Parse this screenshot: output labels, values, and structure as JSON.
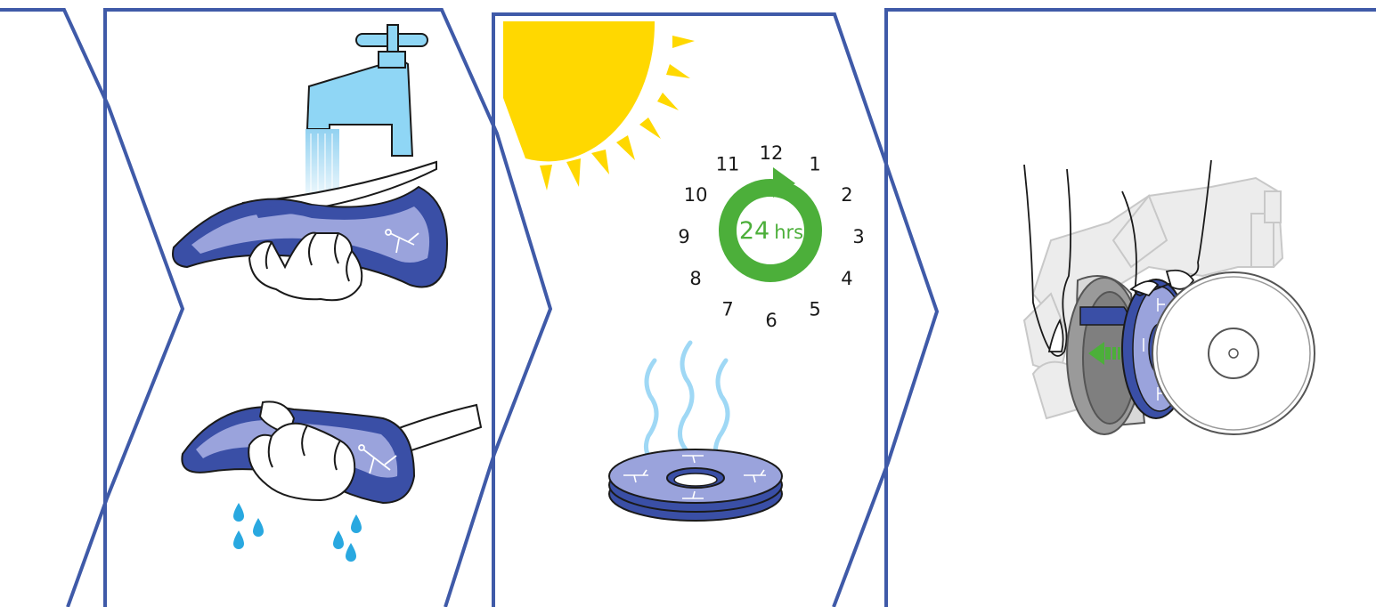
{
  "colors": {
    "frame": "#3f5aa8",
    "filter_dark": "#3a4fa6",
    "filter_light": "#9aa3dc",
    "water": "#8ccff0",
    "tap": "#8fd6f5",
    "sun": "#ffd800",
    "clock_ring": "#4caf3a",
    "steam": "#9fd8f5",
    "grey_machine": "#c8c8c8"
  },
  "steps": [
    {
      "id": "step-wash",
      "icons": [
        "tap-icon",
        "filter-in-hand-icon",
        "water-drops-icon"
      ]
    },
    {
      "id": "step-dry",
      "icons": [
        "sun-icon",
        "clock-icon",
        "drying-filter-icon"
      ]
    },
    {
      "id": "step-refit",
      "icons": [
        "machine-icon",
        "filter-insert-arrow-icon"
      ]
    }
  ],
  "clock": {
    "numbers": [
      "12",
      "1",
      "2",
      "3",
      "4",
      "5",
      "6",
      "7",
      "8",
      "9",
      "10",
      "11"
    ],
    "duration_value": "24",
    "duration_unit": "hrs"
  }
}
